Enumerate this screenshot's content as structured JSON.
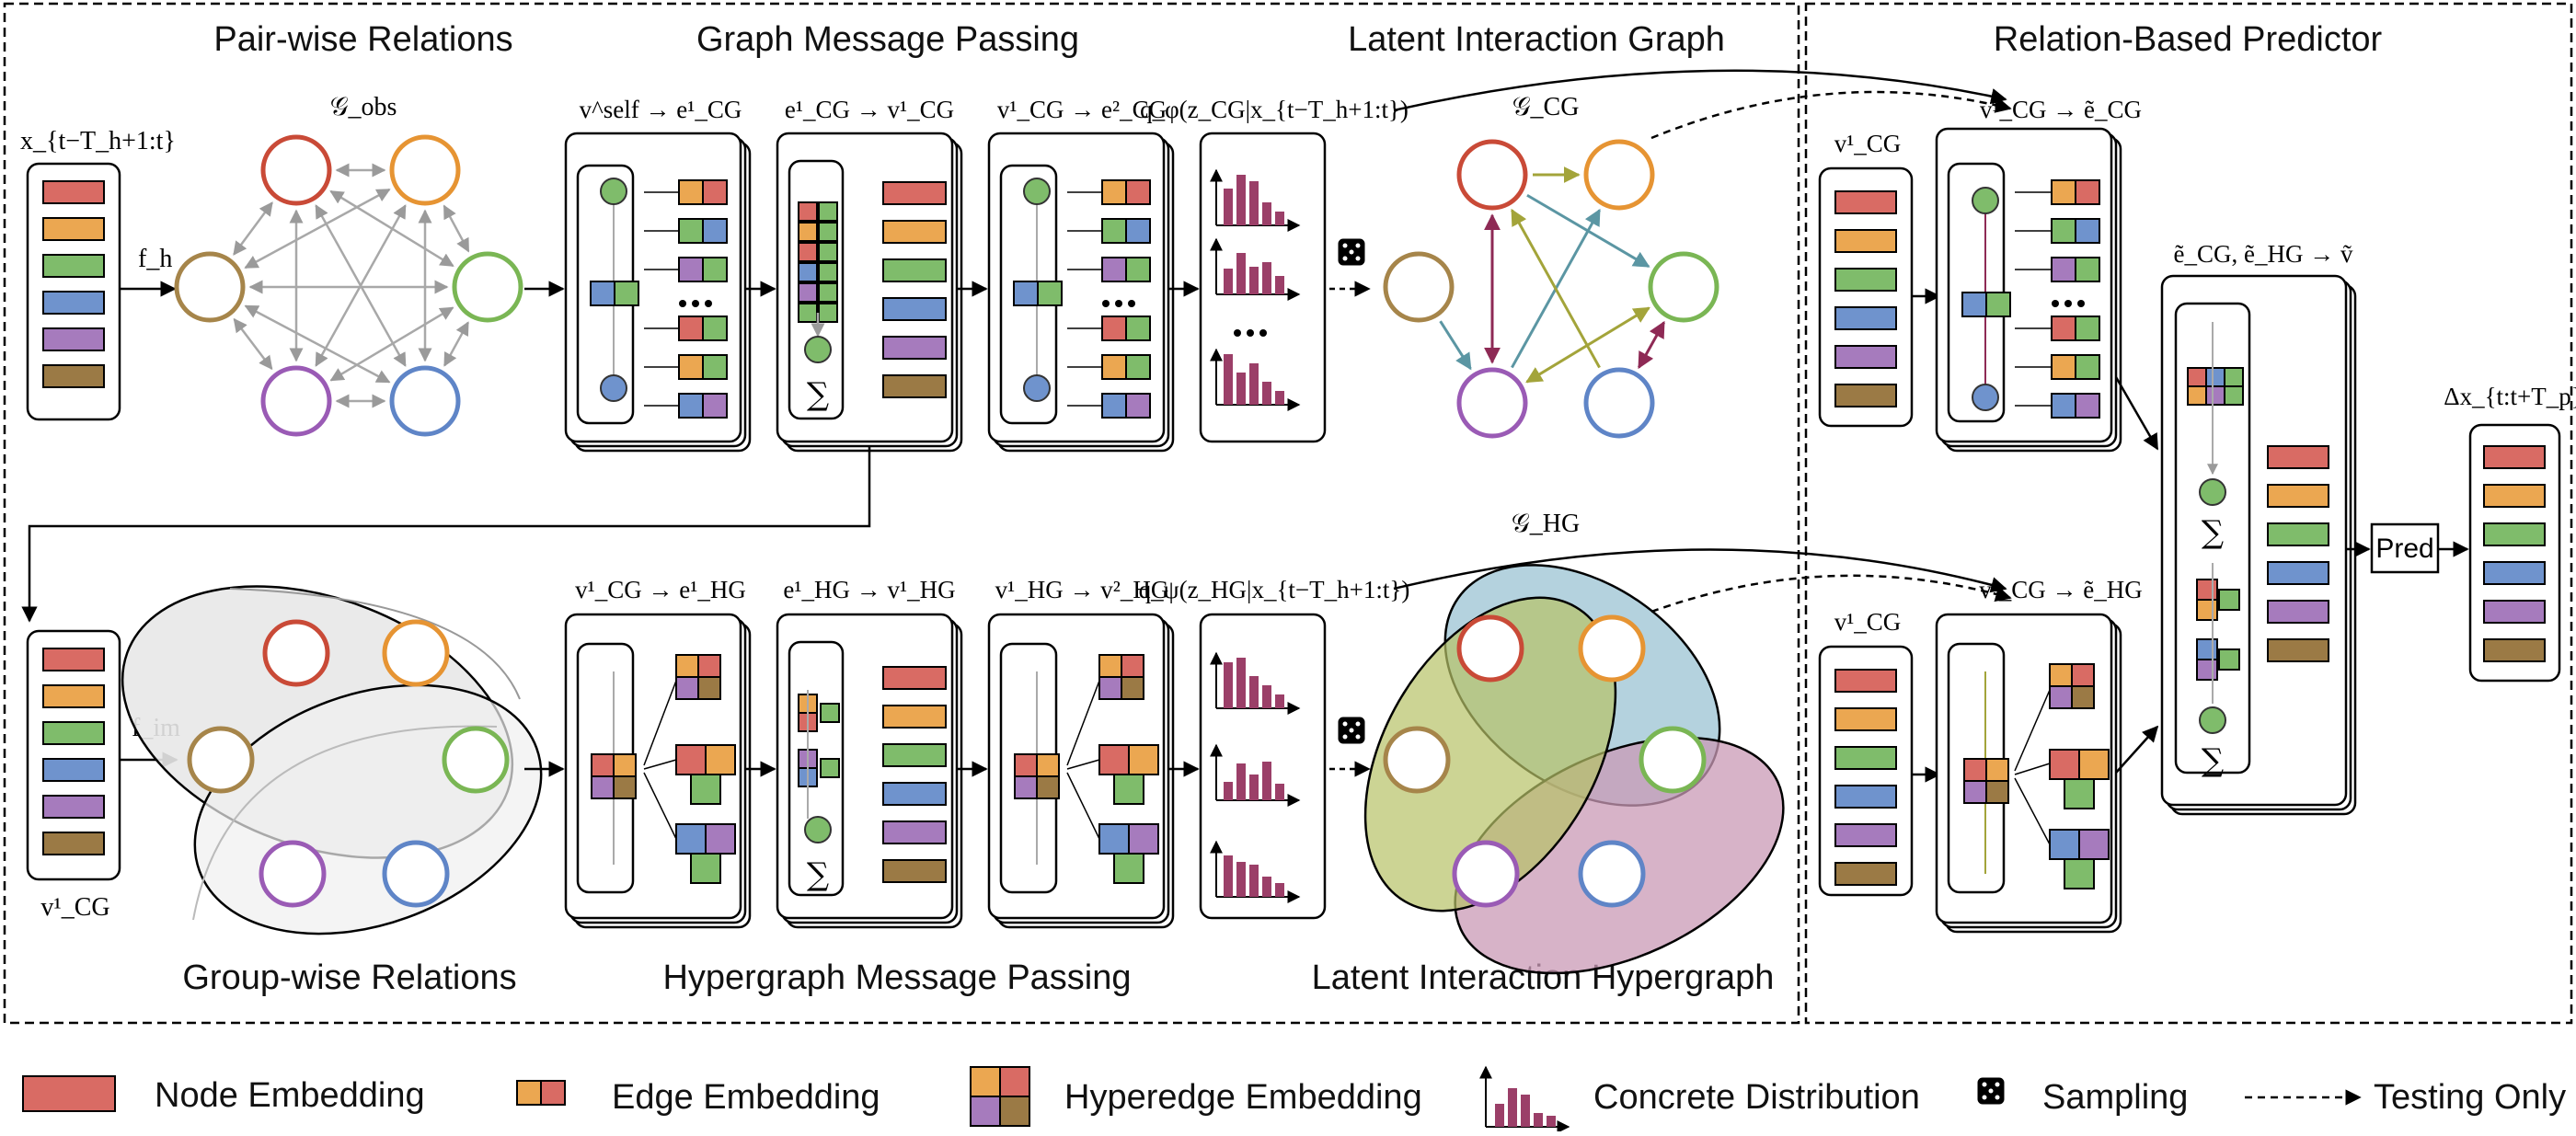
{
  "colors": {
    "red": "#d96b64",
    "orange": "#eba751",
    "green": "#7fbc6b",
    "blue": "#6f93cd",
    "purple": "#a67bbd",
    "brown": "#9b7a45",
    "node_red": "#c94a37",
    "node_orange": "#e69433",
    "node_green": "#7ab654",
    "node_blue": "#5f85c7",
    "node_purple": "#9a5bb5",
    "node_brown": "#a6854a",
    "dist_bar": "#9b3f68",
    "edge_teal": "#5b96a3",
    "edge_olive": "#a3a43a",
    "edge_maroon": "#8e2a55",
    "hyper_blue": "#9bc3d3",
    "hyper_olive": "#b7c267",
    "hyper_pink": "#c99ab5"
  },
  "sections": {
    "pairwise": "Pair-wise Relations",
    "graph_mp": "Graph Message Passing",
    "latent_graph": "Latent Interaction Graph",
    "relation_predictor": "Relation-Based Predictor",
    "groupwise": "Group-wise Relations",
    "hyper_mp": "Hypergraph Message Passing",
    "latent_hypergraph": "Latent Interaction Hypergraph"
  },
  "labels": {
    "x_input": "x_{t−T_h+1:t}",
    "f_h": "f_h",
    "f_im": "f_im",
    "g_obs": "𝒢_obs",
    "g_cg": "𝒢_CG",
    "g_hg": "𝒢_HG",
    "v_cg1_bottom": "v¹_CG",
    "top_stage1": "v^self → e¹_CG",
    "top_stage2": "e¹_CG → v¹_CG",
    "top_stage3": "v¹_CG → e²_CG",
    "q_phi": "q_φ(z_CG|x_{t−T_h+1:t})",
    "bot_stage1": "v¹_CG → e¹_HG",
    "bot_stage2": "e¹_HG → v¹_HG",
    "bot_stage3": "v¹_HG → v²_HG",
    "q_psi": "q_ψ(z_HG|x_{t−T_h+1:t})",
    "pred_v_top": "v¹_CG",
    "pred_edge_top": "v¹_CG → ẽ_CG",
    "pred_v_bot": "v¹_CG",
    "pred_edge_bot": "v¹_CG → ẽ_HG",
    "pred_combine": "ẽ_CG, ẽ_HG → ṽ",
    "pred_button": "Pred",
    "output": "Δx_{t:t+T_p}"
  },
  "legend": {
    "node": "Node Embedding",
    "edge": "Edge Embedding",
    "hyperedge": "Hyperedge Embedding",
    "concrete": "Concrete Distribution",
    "sampling": "Sampling",
    "testing": "Testing Only"
  }
}
